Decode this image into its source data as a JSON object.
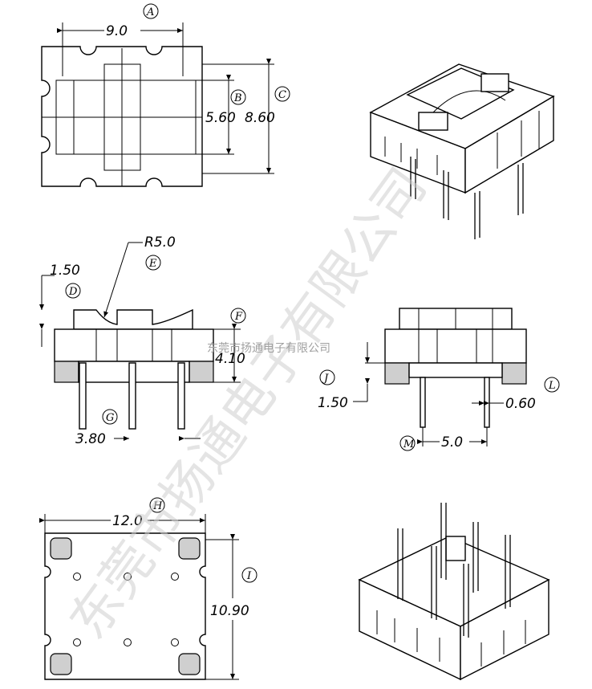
{
  "watermark": {
    "company_large": "东莞市扬通电子有限公司",
    "company_small": "东莞市扬通电子有限公司"
  },
  "dimensions": {
    "a": "9.0",
    "b": "5.60",
    "c": "8.60",
    "d": "1.50",
    "e": "R5.0",
    "f": "4.10",
    "g": "3.80",
    "h": "12.0",
    "i": "10.90",
    "j": "1.50",
    "l": "0.60",
    "m": "5.0"
  },
  "labels": {
    "a": "A",
    "b": "B",
    "c": "C",
    "d": "D",
    "e": "E",
    "f": "F",
    "g": "G",
    "h": "H",
    "i": "I",
    "j": "J",
    "l": "L",
    "m": "M"
  }
}
